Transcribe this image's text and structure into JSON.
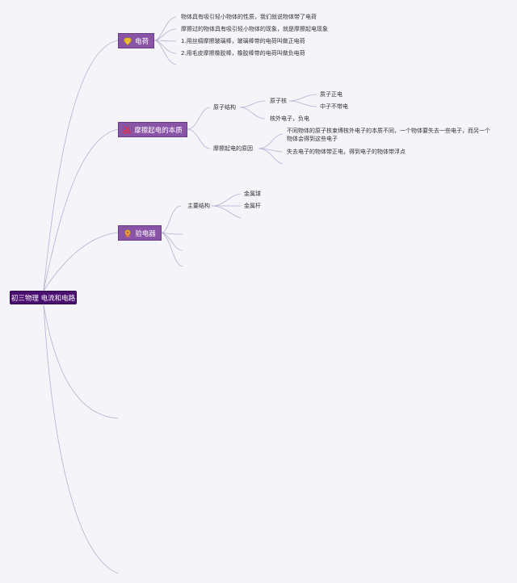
{
  "root": {
    "label": "初三物理 电流和电路"
  },
  "branches": [
    {
      "label": "电荷",
      "icon": "diamond-icon",
      "items": [
        "物体具有吸引轻小物体的性质，我们就说物体带了电荷",
        "摩擦过的物体具有吸引轻小物体的现象，就是摩擦起电现象",
        "1.用丝绸摩擦玻璃棒，玻璃棒带的电荷叫做正电荷",
        "2.用毛皮摩擦橡胶棒，橡胶棒带的电荷叫做负电荷"
      ]
    },
    {
      "label": "摩擦起电的本质",
      "icon": "scissors-icon",
      "atom_structure": {
        "label": "原子结构",
        "nucleus": {
          "label": "原子核",
          "children": [
            "质子正电",
            "中子不带电"
          ]
        },
        "electron": "核外电子，负电"
      },
      "cause": {
        "label": "摩擦起电的原因",
        "children": [
          "不同物体的原子核束缚核外电子的本质不同，一个物体要失去一些电子，而另一个物体会得到这些电子",
          "失去电子的物体带正电，得到电子的物体带浮点"
        ]
      }
    },
    {
      "label": "验电器",
      "icon": "medal-icon",
      "structure": {
        "label": "主要结构",
        "children": [
          "金属球",
          "金属杆"
        ]
      }
    }
  ],
  "colors": {
    "root": "#4a0f70",
    "branch": "#8a54a6",
    "line": "#b7b0d2",
    "background": "#f5f4f8"
  }
}
